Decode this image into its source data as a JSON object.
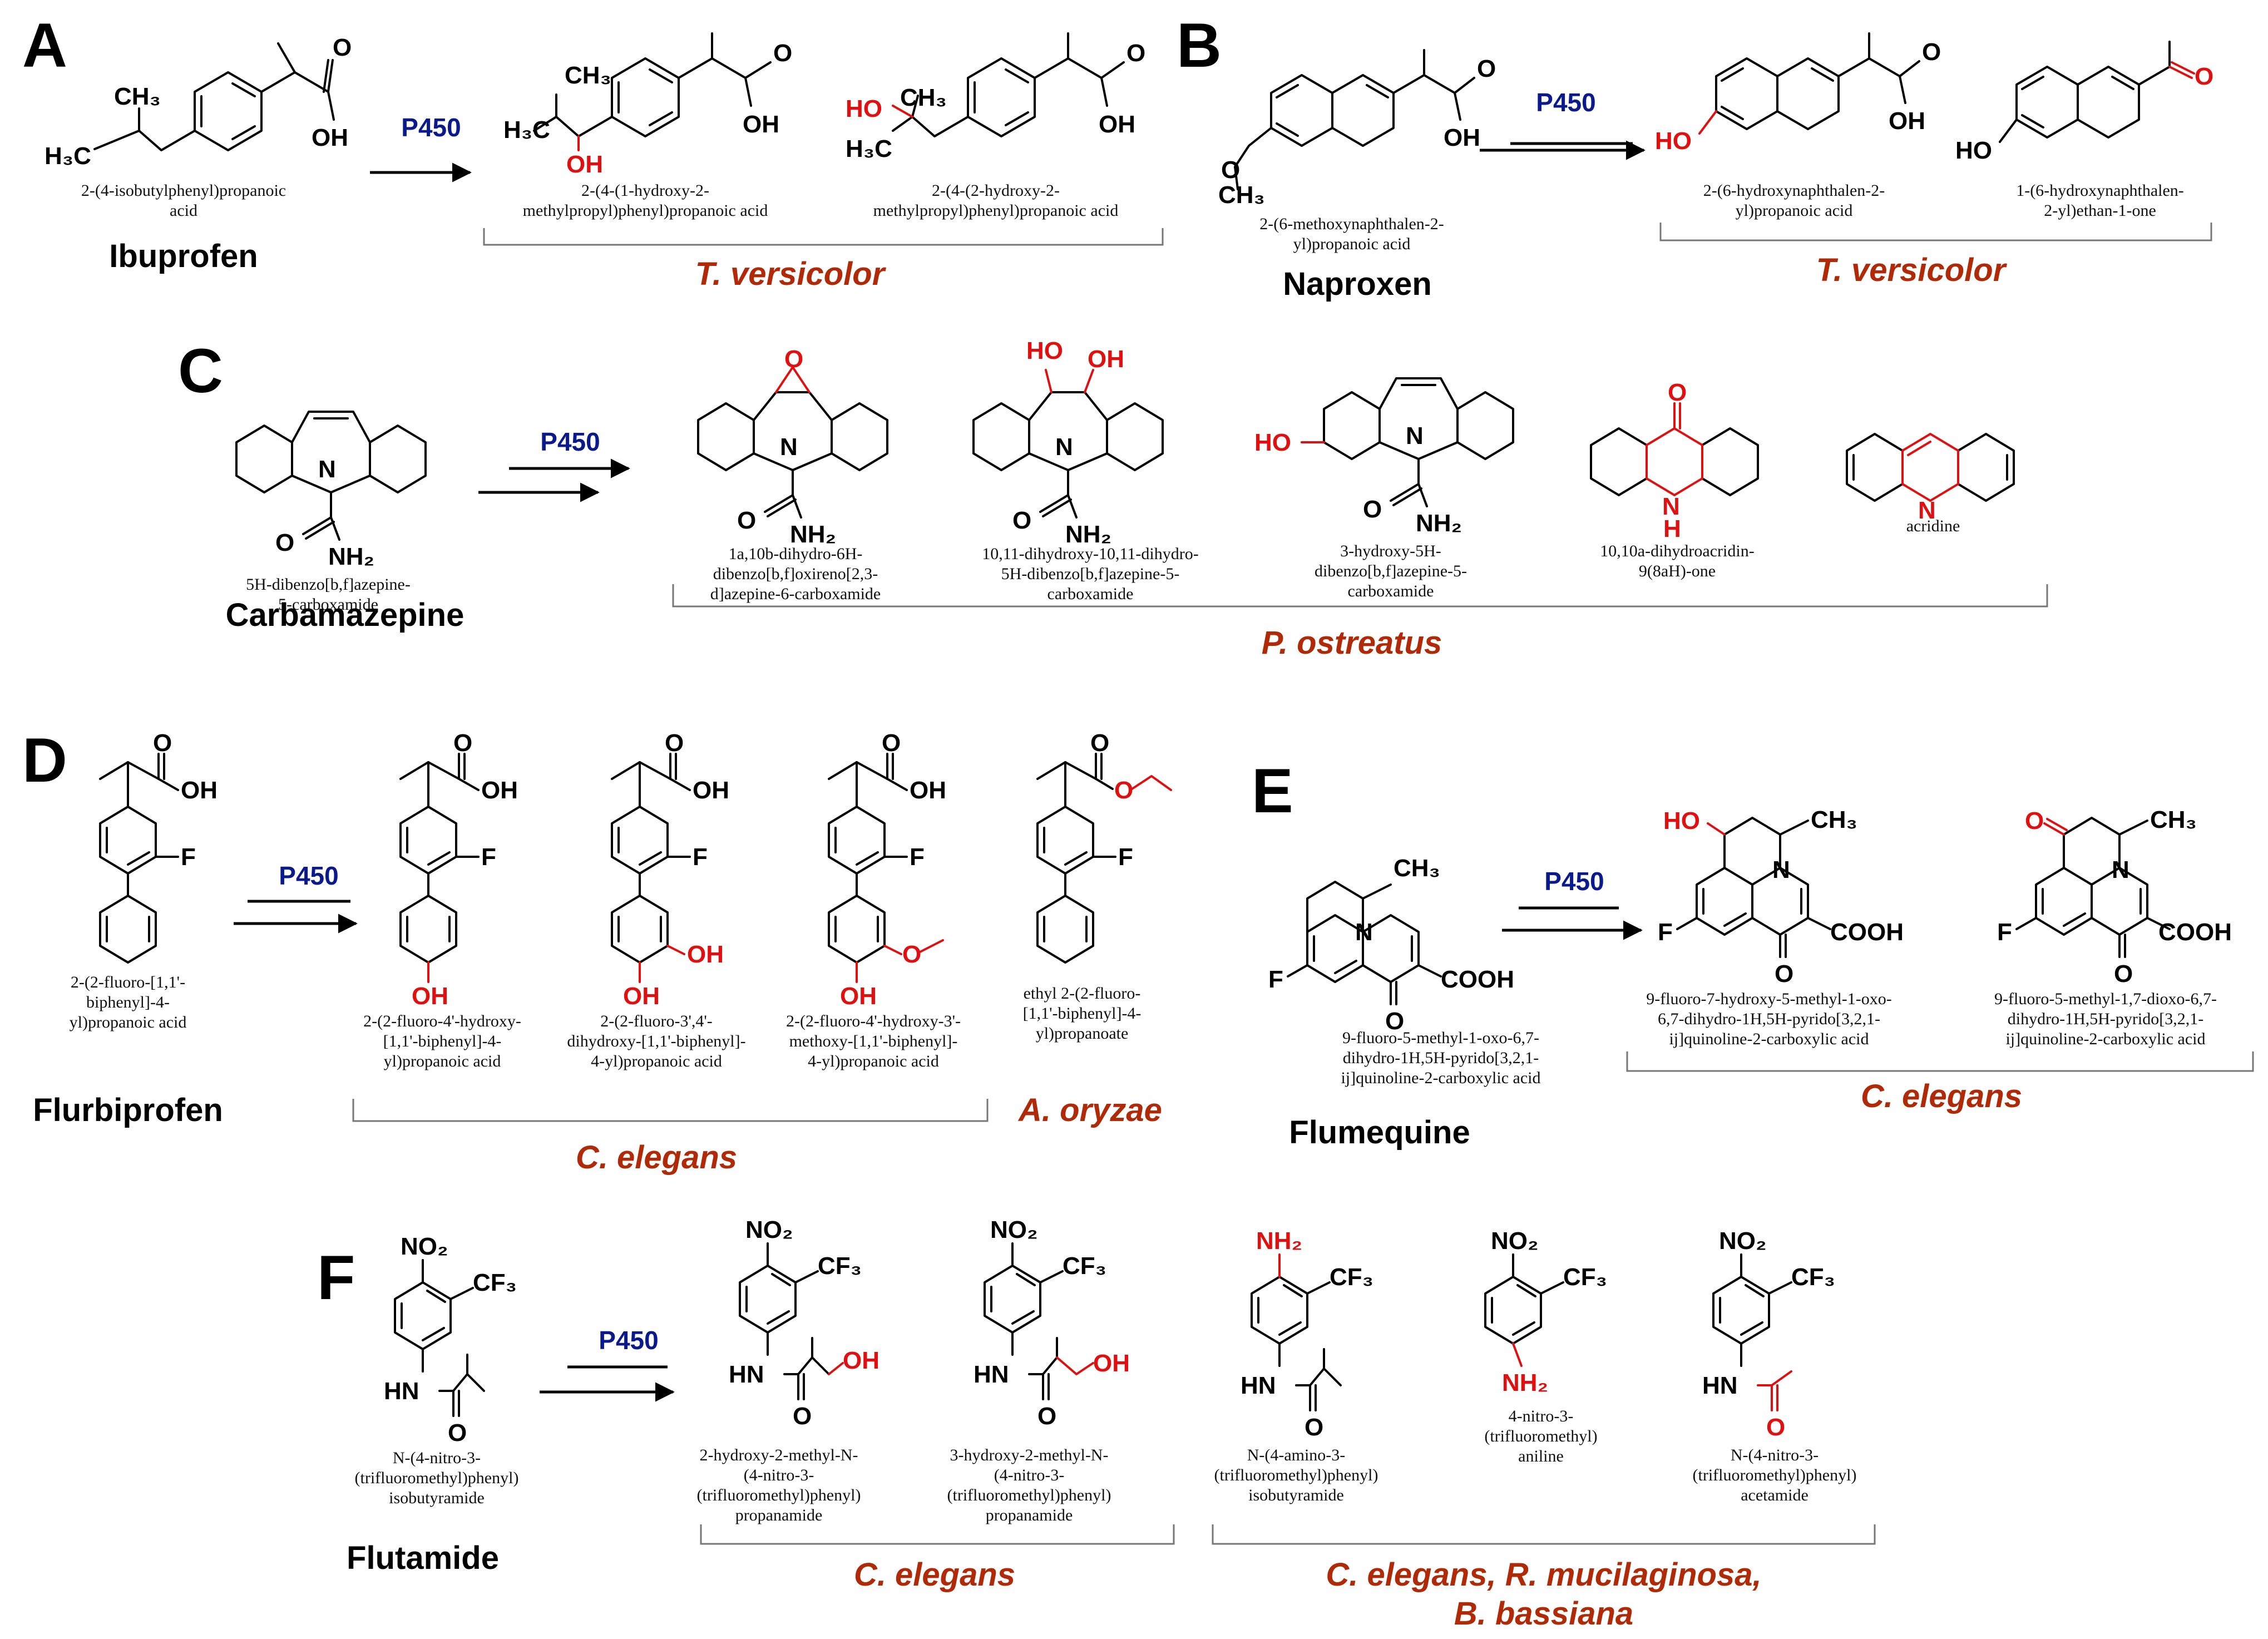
{
  "enzyme_label": "P450",
  "colors": {
    "enzyme": "#0a1a8c",
    "organism": "#b02a07",
    "modification": "#e01010"
  },
  "panels": [
    {
      "letter": "A",
      "drug": "Ibuprofen",
      "substrate_name": [
        "2-(4-isobutylphenyl)propanoic",
        "acid"
      ],
      "products": [
        {
          "name": [
            "2-(4-(1-hydroxy-2-",
            "methylpropyl)phenyl)propanoic acid"
          ]
        },
        {
          "name": [
            "2-(4-(2-hydroxy-2-",
            "methylpropyl)phenyl)propanoic acid"
          ]
        }
      ],
      "organism_groups": [
        "T. versicolor"
      ]
    },
    {
      "letter": "B",
      "drug": "Naproxen",
      "substrate_name": [
        "2-(6-methoxynaphthalen-2-",
        "yl)propanoic acid"
      ],
      "products": [
        {
          "name": [
            "2-(6-hydroxynaphthalen-2-",
            "yl)propanoic acid"
          ]
        },
        {
          "name": [
            "1-(6-hydroxynaphthalen-",
            "2-yl)ethan-1-one"
          ]
        }
      ],
      "organism_groups": [
        "T. versicolor"
      ]
    },
    {
      "letter": "C",
      "drug": "Carbamazepine",
      "substrate_name": [
        "5H-dibenzo[b,f]azepine-",
        "5-carboxamide"
      ],
      "products": [
        {
          "name": [
            "1a,10b-dihydro-6H-",
            "dibenzo[b,f]oxireno[2,3-",
            "d]azepine-6-carboxamide"
          ]
        },
        {
          "name": [
            "10,11-dihydroxy-10,11-dihydro-",
            "5H-dibenzo[b,f]azepine-5-",
            "carboxamide"
          ]
        },
        {
          "name": [
            "3-hydroxy-5H-",
            "dibenzo[b,f]azepine-5-",
            "carboxamide"
          ]
        },
        {
          "name": [
            "10,10a-dihydroacridin-",
            "9(8aH)-one"
          ]
        },
        {
          "name": [
            "acridine"
          ]
        }
      ],
      "organism_groups": [
        "P. ostreatus"
      ]
    },
    {
      "letter": "D",
      "drug": "Flurbiprofen",
      "substrate_name": [
        "2-(2-fluoro-[1,1'-",
        "biphenyl]-4-",
        "yl)propanoic acid"
      ],
      "products": [
        {
          "name": [
            "2-(2-fluoro-4'-hydroxy-",
            "[1,1'-biphenyl]-4-",
            "yl)propanoic acid"
          ]
        },
        {
          "name": [
            "2-(2-fluoro-3',4'-",
            "dihydroxy-[1,1'-biphenyl]-",
            "4-yl)propanoic acid"
          ]
        },
        {
          "name": [
            "2-(2-fluoro-4'-hydroxy-3'-",
            "methoxy-[1,1'-biphenyl]-",
            "4-yl)propanoic acid"
          ]
        },
        {
          "name": [
            "ethyl 2-(2-fluoro-",
            "[1,1'-biphenyl]-4-",
            "yl)propanoate"
          ]
        }
      ],
      "organism_groups": [
        "C. elegans",
        "A. oryzae"
      ]
    },
    {
      "letter": "E",
      "drug": "Flumequine",
      "substrate_name": [
        "9-fluoro-5-methyl-1-oxo-6,7-",
        "dihydro-1H,5H-pyrido[3,2,1-",
        "ij]quinoline-2-carboxylic acid"
      ],
      "products": [
        {
          "name": [
            "9-fluoro-7-hydroxy-5-methyl-1-oxo-",
            "6,7-dihydro-1H,5H-pyrido[3,2,1-",
            "ij]quinoline-2-carboxylic acid"
          ]
        },
        {
          "name": [
            "9-fluoro-5-methyl-1,7-dioxo-6,7-",
            "dihydro-1H,5H-pyrido[3,2,1-",
            "ij]quinoline-2-carboxylic acid"
          ]
        }
      ],
      "organism_groups": [
        "C. elegans"
      ]
    },
    {
      "letter": "F",
      "drug": "Flutamide",
      "substrate_name": [
        "N-(4-nitro-3-",
        "(trifluoromethyl)phenyl)",
        "isobutyramide"
      ],
      "products": [
        {
          "name": [
            "2-hydroxy-2-methyl-N-",
            "(4-nitro-3-",
            "(trifluoromethyl)phenyl)",
            "propanamide"
          ]
        },
        {
          "name": [
            "3-hydroxy-2-methyl-N-",
            "(4-nitro-3-",
            "(trifluoromethyl)phenyl)",
            "propanamide"
          ]
        },
        {
          "name": [
            "N-(4-amino-3-",
            "(trifluoromethyl)phenyl)",
            "isobutyramide"
          ]
        },
        {
          "name": [
            "4-nitro-3-",
            "(trifluoromethyl)",
            "aniline"
          ]
        },
        {
          "name": [
            "N-(4-nitro-3-",
            "(trifluoromethyl)phenyl)",
            "acetamide"
          ]
        }
      ],
      "organism_groups": [
        "C. elegans",
        "C. elegans, R. mucilaginosa,",
        "B. bassiana"
      ]
    }
  ],
  "atom_labels": {
    "OH": "OH",
    "O": "O",
    "HO": "HO",
    "CH3": "CH₃",
    "H3C": "H₃C",
    "N": "N",
    "NH2": "NH₂",
    "H": "H",
    "F": "F",
    "HN": "HN",
    "NO2": "NO₂",
    "CF3": "CF₃",
    "COOH": "COOH"
  }
}
